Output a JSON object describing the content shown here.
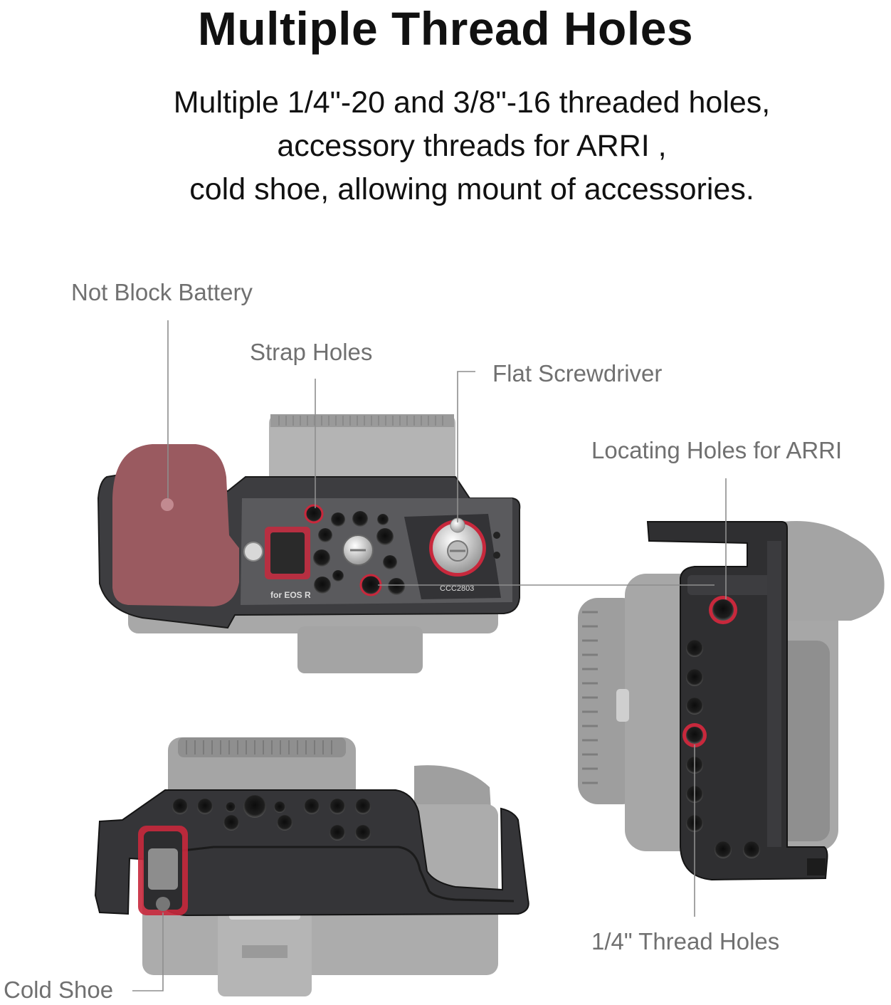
{
  "header": {
    "title": "Multiple Thread Holes",
    "description_lines": [
      "Multiple 1/4\"-20 and 3/8\"-16 threaded holes,",
      "accessory threads for ARRI ,",
      "cold shoe, allowing mount of accessories."
    ]
  },
  "callouts": {
    "not_block_battery": "Not Block Battery",
    "strap_holes": "Strap Holes",
    "flat_screwdriver": "Flat Screwdriver",
    "locating_holes_arri": "Locating Holes for ARRI",
    "thread_holes": "1/4\" Thread Holes",
    "cold_shoe": "Cold Shoe"
  },
  "colors": {
    "highlight": "#c8283c",
    "cage_metal": "#3b3b3e",
    "camera_body": "#a9a9a9",
    "grip_red": "#9a5a60",
    "callout_text": "#707070"
  }
}
